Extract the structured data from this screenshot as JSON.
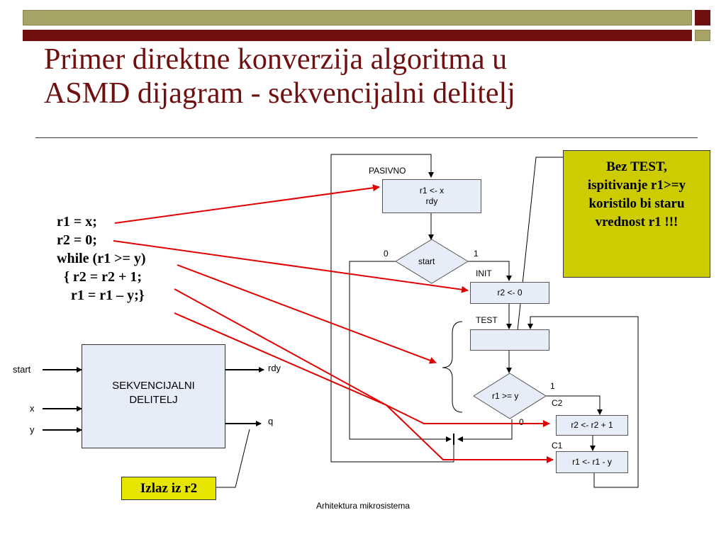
{
  "header": {
    "title_line1": "Primer direktne konverzija algoritma u",
    "title_line2": "ASMD dijagram - sekvencijalni delitelj"
  },
  "code": {
    "lines": [
      "r1 = x;",
      "r2 = 0;",
      "while (r1 >= y)",
      "  { r2 = r2 + 1;",
      "    r1 = r1 – y;}"
    ]
  },
  "block": {
    "name_line1": "SEKVENCIJALNI",
    "name_line2": "DELITELJ",
    "inputs": [
      "start",
      "x",
      "y"
    ],
    "outputs": [
      "rdy",
      "q"
    ]
  },
  "asmd": {
    "states": {
      "pasivno": {
        "name": "PASIVNO",
        "op1": "r1 <- x",
        "op2": "rdy"
      },
      "init": {
        "name": "INIT",
        "op": "r2 <- 0"
      },
      "test": {
        "name": "TEST",
        "op": ""
      },
      "c2": {
        "name": "C2",
        "op": "r2 <- r2 + 1"
      },
      "c1": {
        "name": "C1",
        "op": "r1 <- r1 - y"
      }
    },
    "decisions": {
      "start": {
        "label": "start",
        "no": "0",
        "yes": "1"
      },
      "cmp": {
        "label": "r1 >= y",
        "yes": "1",
        "no": "0"
      }
    }
  },
  "callouts": {
    "test_note": [
      "Bez TEST,",
      "ispitivanje r1>=y",
      "koristilo bi staru",
      "vrednost r1 !!!"
    ],
    "output_note": "Izlaz iz r2"
  },
  "footer": {
    "text": "Arhitektura mikrosistema"
  },
  "colors": {
    "title": "#6f0f0f",
    "accent_red": "#e00000",
    "state_fill": "#e6ecf8",
    "note_fill": "#cccc00"
  }
}
